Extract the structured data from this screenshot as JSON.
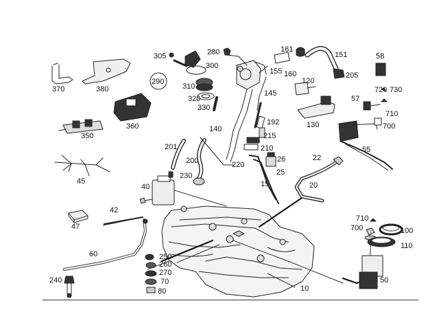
{
  "diagram": {
    "callouts": {
      "c10": "10",
      "c15": "15",
      "c20": "20",
      "c22": "22",
      "c25": "25",
      "c26": "26",
      "c40": "40",
      "c42": "42",
      "c45": "45",
      "c47": "47",
      "c50": "50",
      "c55": "55",
      "c57": "57",
      "c58": "58",
      "c60": "60",
      "c70": "70",
      "c80": "80",
      "c100": "100",
      "c110": "110",
      "c120": "120",
      "c130": "130",
      "c140": "140",
      "c145": "145",
      "c151": "151",
      "c155": "155",
      "c160": "160",
      "c161": "161",
      "c192": "192",
      "c200": "200",
      "c201": "201",
      "c205": "205",
      "c210": "210",
      "c215": "215",
      "c220": "220",
      "c230": "230",
      "c240": "240",
      "c250": "250",
      "c260": "260",
      "c270": "270",
      "c280": "280",
      "c290": "290",
      "c300": "300",
      "c305": "305",
      "c310": "310",
      "c320": "320",
      "c330": "330",
      "c350": "350",
      "c360": "360",
      "c370": "370",
      "c380": "380",
      "c700": "700",
      "c700b": "700",
      "c710": "710",
      "c710b": "710",
      "c720": "720",
      "c730": "730"
    }
  }
}
